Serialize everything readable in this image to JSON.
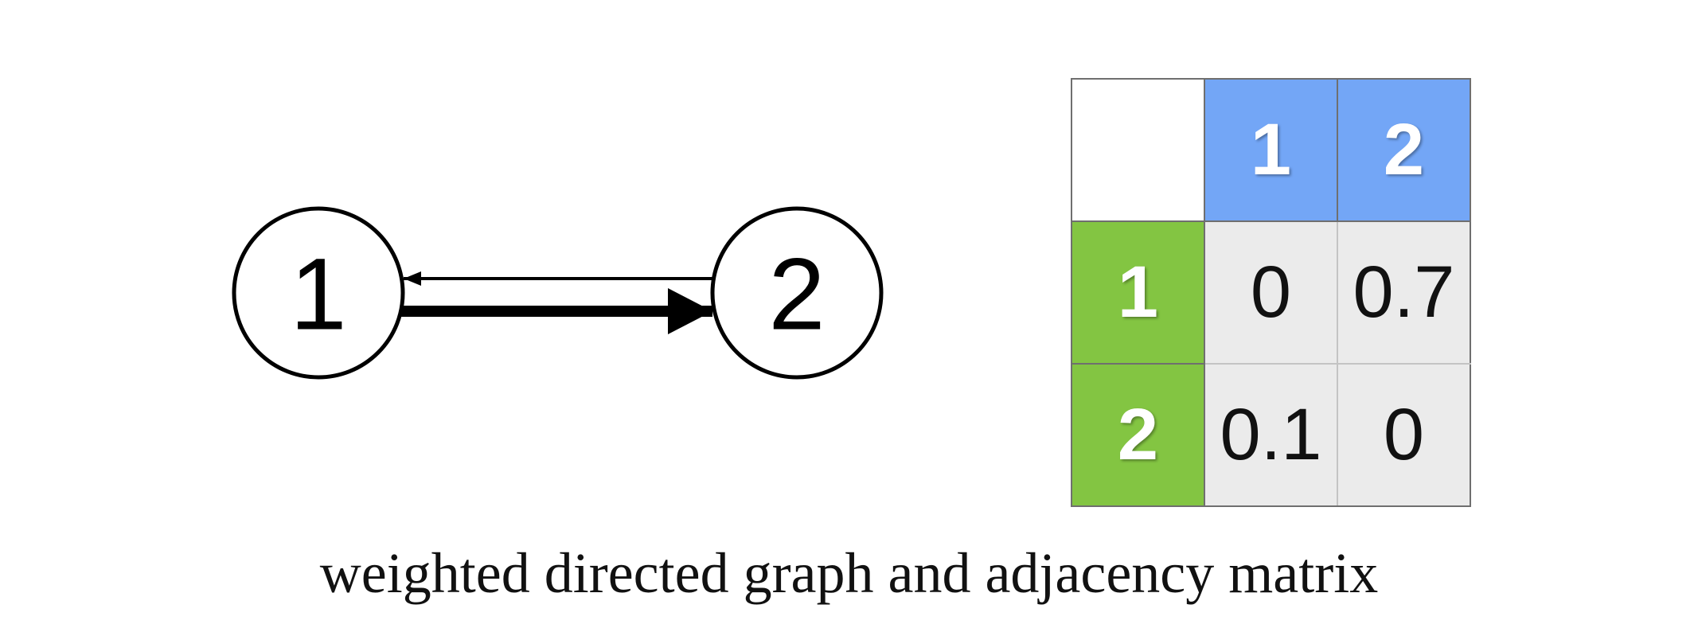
{
  "graph": {
    "nodes": [
      {
        "id": "node-1",
        "label": "1"
      },
      {
        "id": "node-2",
        "label": "2"
      }
    ],
    "edges": [
      {
        "from": "1",
        "to": "2",
        "weight": 0.7,
        "stroke": "thick"
      },
      {
        "from": "2",
        "to": "1",
        "weight": 0.1,
        "stroke": "thin"
      }
    ]
  },
  "matrix": {
    "corner": "",
    "col_headers": [
      "1",
      "2"
    ],
    "row_headers": [
      "1",
      "2"
    ],
    "rows": [
      [
        "0",
        "0.7"
      ],
      [
        "0.1",
        "0"
      ]
    ],
    "colors": {
      "col_header_bg": "#73a6f6",
      "row_header_bg": "#83c542",
      "cell_bg": "#ebebeb"
    }
  },
  "caption": "weighted directed graph and adjacency matrix"
}
